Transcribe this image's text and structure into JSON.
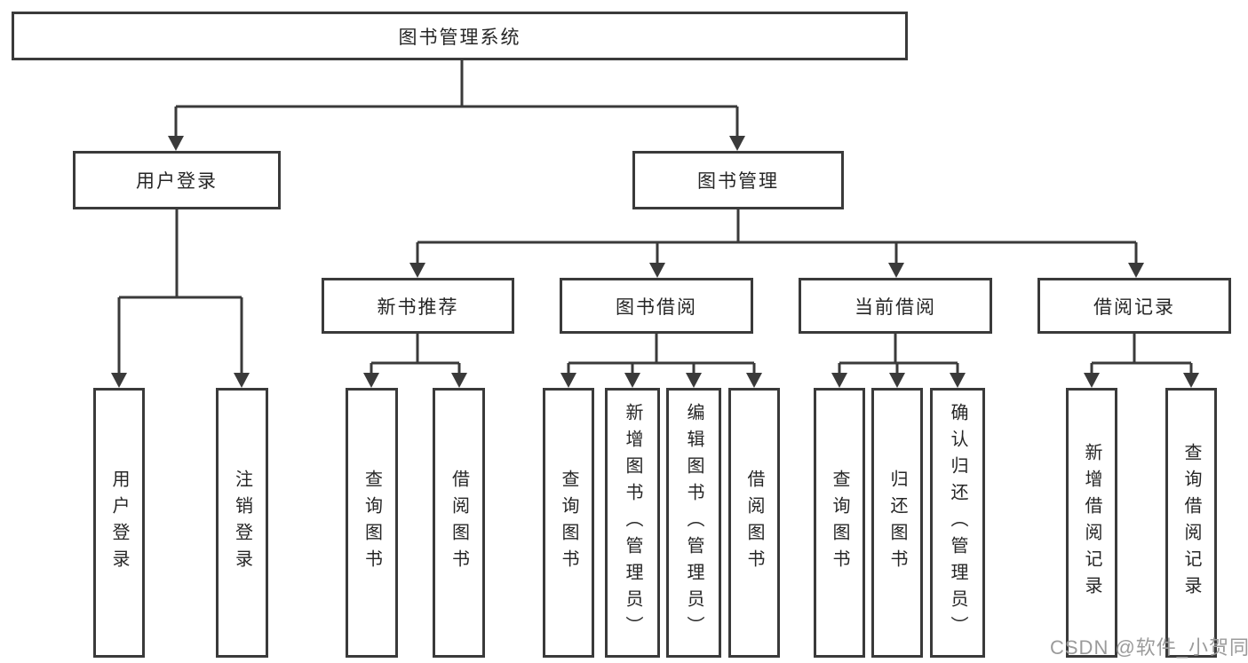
{
  "diagram": {
    "type": "hierarchy-tree",
    "orientation": "top-down",
    "tree": {
      "root": "图书管理系统",
      "branches": [
        {
          "label": "用户登录",
          "children": [
            "用户登录",
            "注销登录"
          ]
        },
        {
          "label": "图书管理",
          "groups": [
            {
              "label": "新书推荐",
              "children": [
                "查询图书",
                "借阅图书"
              ]
            },
            {
              "label": "图书借阅",
              "children": [
                "查询图书",
                "新增图书（管理员）",
                "编辑图书（管理员）",
                "借阅图书"
              ]
            },
            {
              "label": "当前借阅",
              "children": [
                "查询图书",
                "归还图书",
                "确认归还（管理员）"
              ]
            },
            {
              "label": "借阅记录",
              "children": [
                "新增借阅记录",
                "查询借阅记录"
              ]
            }
          ]
        }
      ]
    },
    "colors": {
      "line": "#3a3a3a",
      "box_border": "#3a3a3a",
      "box_fill": "#ffffff",
      "text": "#262626",
      "watermark": "#9b9b9b",
      "background": "#ffffff"
    }
  },
  "watermark": "CSDN @软件_小贺同学"
}
